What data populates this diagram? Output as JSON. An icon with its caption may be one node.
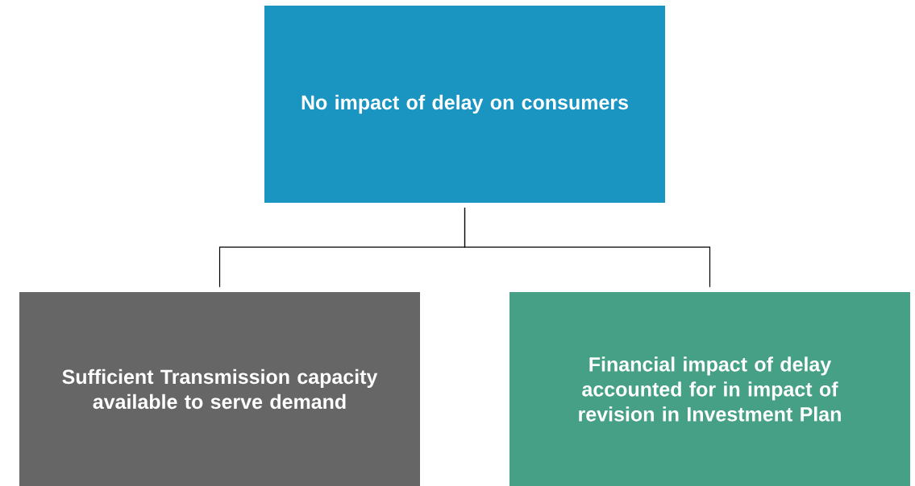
{
  "diagram": {
    "nodes": [
      {
        "text": [
          "No impact of delay on consumers"
        ]
      },
      {
        "text": [
          "Sufficient Transmission capacity available to serve demand"
        ]
      },
      {
        "text": [
          "Financial impact of delay accounted for in impact of revision in Investment Plan"
        ]
      }
    ],
    "edges": [
      {
        "from": 0,
        "to": 1,
        "arrow": "none"
      },
      {
        "from": 0,
        "to": 2,
        "arrow": "none"
      }
    ]
  }
}
